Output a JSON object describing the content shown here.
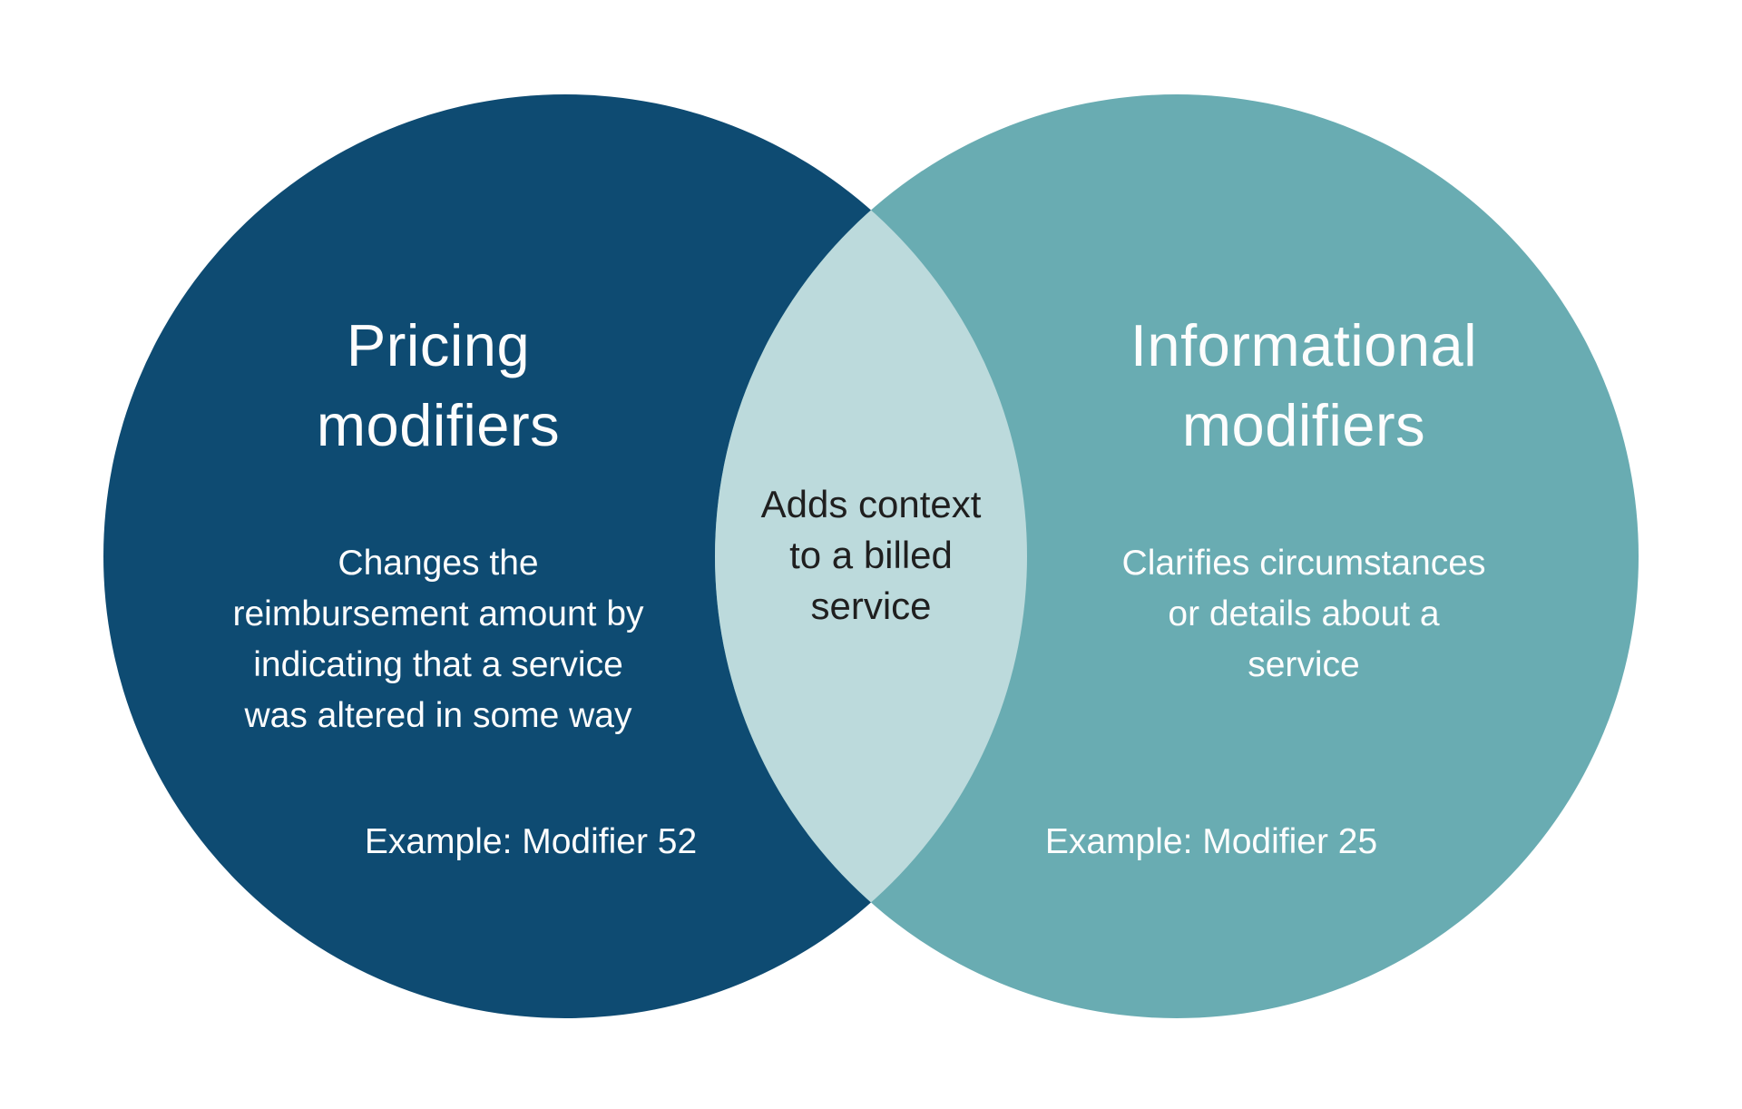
{
  "diagram": {
    "type": "venn",
    "background_color": "#ffffff",
    "left_circle": {
      "title": [
        "Pricing",
        "modifiers"
      ],
      "description": [
        "Changes the",
        "reimbursement amount by",
        "indicating that a service",
        "was altered in some way"
      ],
      "example": "Example: Modifier 52",
      "fill_color": "#0e4b72",
      "text_color": "#fdfdfd"
    },
    "right_circle": {
      "title": [
        "Informational",
        "modifiers"
      ],
      "description": [
        "Clarifies circumstances",
        "or details about a",
        "service"
      ],
      "example": "Example: Modifier 25",
      "fill_color": "#69acb2",
      "text_color": "#fdfdfd"
    },
    "intersection": {
      "label": [
        "Adds context",
        "to a billed",
        "service"
      ],
      "fill_color": "#bcdadc",
      "text_color": "#1f1f1f"
    }
  }
}
